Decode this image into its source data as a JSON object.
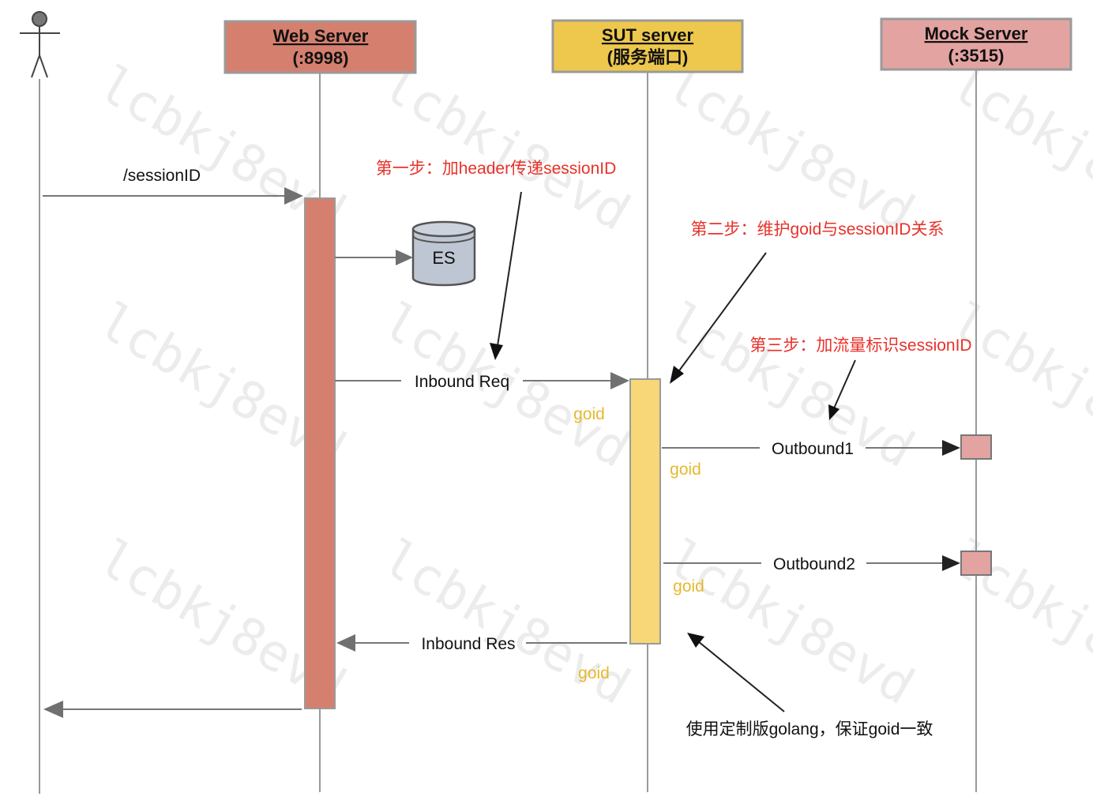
{
  "colors": {
    "web": "#d5806e",
    "sut": "#edc84d",
    "sut_activation": "#f7d778",
    "mock": "#e3a3a1",
    "note": "#e8322a",
    "goid": "#e6b830",
    "line": "#999999",
    "arrow": "#6f6f6f",
    "db": "#bfc6d3"
  },
  "watermark": "lcbkj8evd",
  "participants": {
    "actor": {
      "icon": "stick-figure-actor-icon"
    },
    "web": {
      "title": "Web Server",
      "subtitle": "(:8998)"
    },
    "sut": {
      "title": "SUT server",
      "subtitle": "(服务端口)"
    },
    "mock": {
      "title": "Mock Server",
      "subtitle": "(:3515)"
    }
  },
  "database": {
    "label": "ES",
    "icon": "database-cylinder-icon"
  },
  "messages": {
    "session": "/sessionID",
    "inbound_req": "Inbound Req",
    "outbound1": "Outbound1",
    "outbound2": "Outbound2",
    "inbound_res": "Inbound Res"
  },
  "goid_tags": [
    "goid",
    "goid",
    "goid",
    "goid"
  ],
  "notes": {
    "step1": "第一步：加header传递sessionID",
    "step2": "第二步：维护goid与sessionID关系",
    "step3": "第三步：加流量标识sessionID",
    "custom": "使用定制版golang，保证goid一致"
  }
}
